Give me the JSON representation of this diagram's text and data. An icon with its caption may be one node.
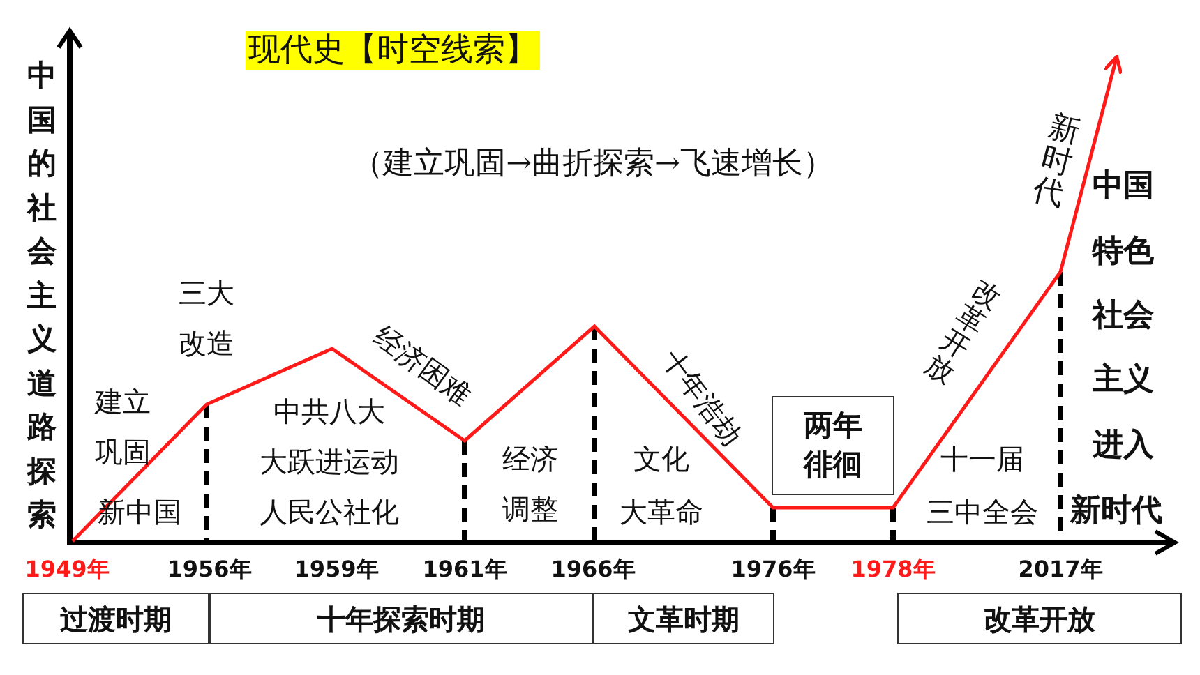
{
  "diagram": {
    "title": "现代史【时空线索】",
    "nodes": [
      {
        "text": [
          "两年徘徊"
        ]
      },
      {
        "text": [
          "过渡时期"
        ]
      },
      {
        "text": [
          "十年探索时期"
        ]
      },
      {
        "text": [
          "文革时期"
        ]
      },
      {
        "text": [
          "改革开放"
        ]
      }
    ],
    "labels": [
      "（建立巩固→曲折探索→飞速增长）",
      "中国的社会主义道路探索",
      "三大改造",
      "经济困难",
      "十年浩劫",
      "改革开放",
      "新时代",
      "建立巩固",
      "新中国",
      "中共八大",
      "大跃进运动",
      "人民公社化",
      "经济调整",
      "文化",
      "大革命",
      "十一届",
      "三中全会",
      "中国",
      "特色",
      "社会",
      "主义",
      "进入",
      "新时代",
      "1949年",
      "1956年",
      "1959年",
      "1961年",
      "1966年",
      "1976年",
      "1978年",
      "2017年"
    ]
  }
}
